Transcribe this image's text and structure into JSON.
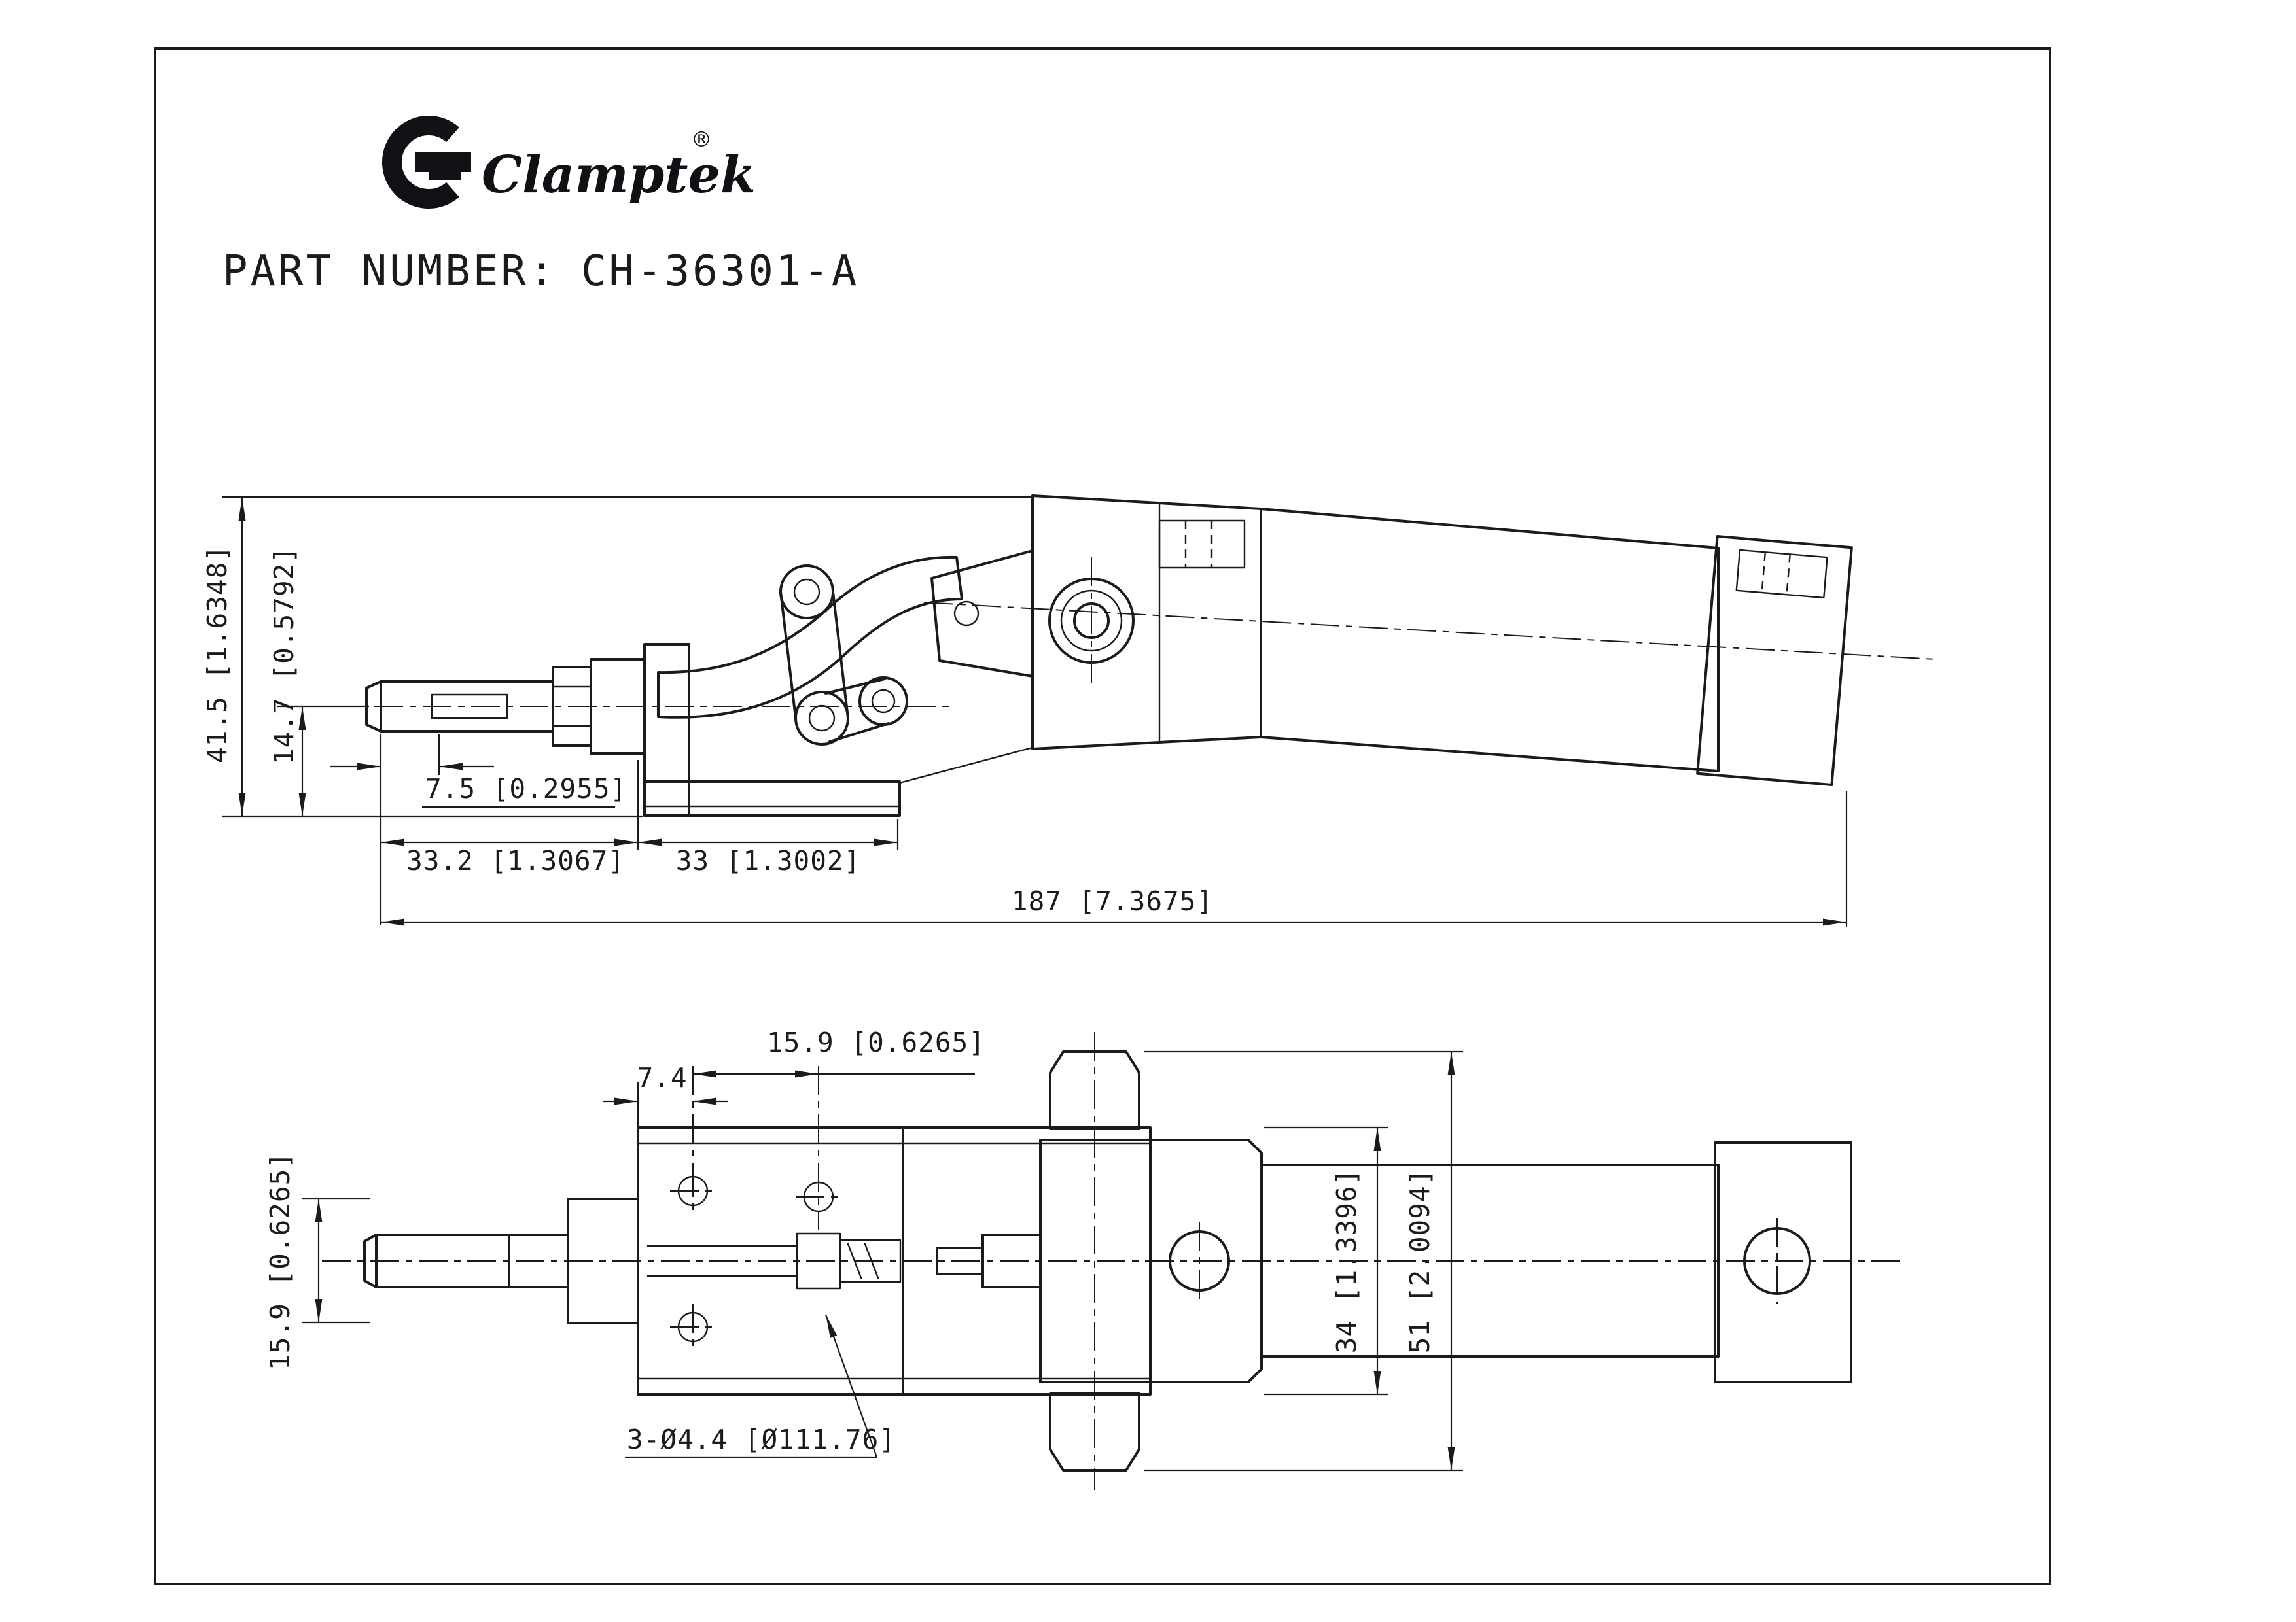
{
  "header": {
    "brand": "Clamptek",
    "registered_mark": "®",
    "part_number_label": "PART NUMBER:",
    "part_number": "CH-36301-A"
  },
  "colors": {
    "ink": "#1a1b1e",
    "paper": "#ffffff"
  },
  "side_view": {
    "dim_overall_height": "41.5 [1.6348]",
    "dim_center_height": "14.7 [0.5792]",
    "dim_thread": "7.5 [0.2955]",
    "dim_rod_length": "33.2 [1.3067]",
    "dim_base_length": "33 [1.3002]",
    "dim_overall_length": "187 [7.3675]"
  },
  "plan_view": {
    "dim_hole_spacing": "15.9 [0.6265]",
    "dim_edge_to_hole": "7.4",
    "dim_slot_width": "15.9 [0.6265]",
    "dim_body_width": "34 [1.3396]",
    "dim_overall_width": "51 [2.0094]",
    "note_holes": "3-Ø4.4 [Ø111.76]"
  }
}
